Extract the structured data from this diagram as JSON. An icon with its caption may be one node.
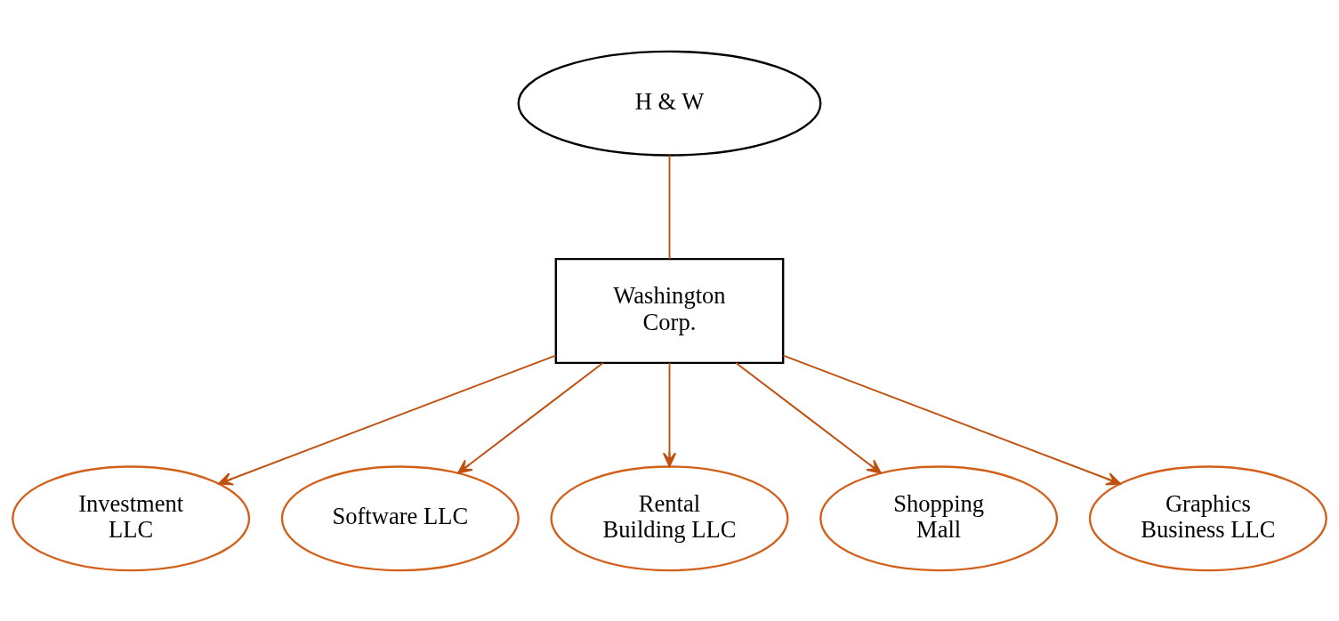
{
  "diagram": {
    "nodes": [
      {
        "text": [
          "H & W"
        ]
      },
      {
        "text": [
          "Washington Corp."
        ]
      },
      {
        "text": [
          "Investment LLC"
        ]
      },
      {
        "text": [
          "Software LLC"
        ]
      },
      {
        "text": [
          "Rental Building LLC"
        ]
      },
      {
        "text": [
          "Shopping Mall"
        ]
      },
      {
        "text": [
          "Graphics Business LLC"
        ]
      }
    ],
    "edges": [
      {
        "from": 0,
        "to": 1,
        "arrow": "none"
      },
      {
        "from": 1,
        "to": 2,
        "arrow": "to"
      },
      {
        "from": 1,
        "to": 3,
        "arrow": "to"
      },
      {
        "from": 1,
        "to": 4,
        "arrow": "to"
      },
      {
        "from": 1,
        "to": 5,
        "arrow": "to"
      },
      {
        "from": 1,
        "to": 6,
        "arrow": "to"
      }
    ]
  }
}
